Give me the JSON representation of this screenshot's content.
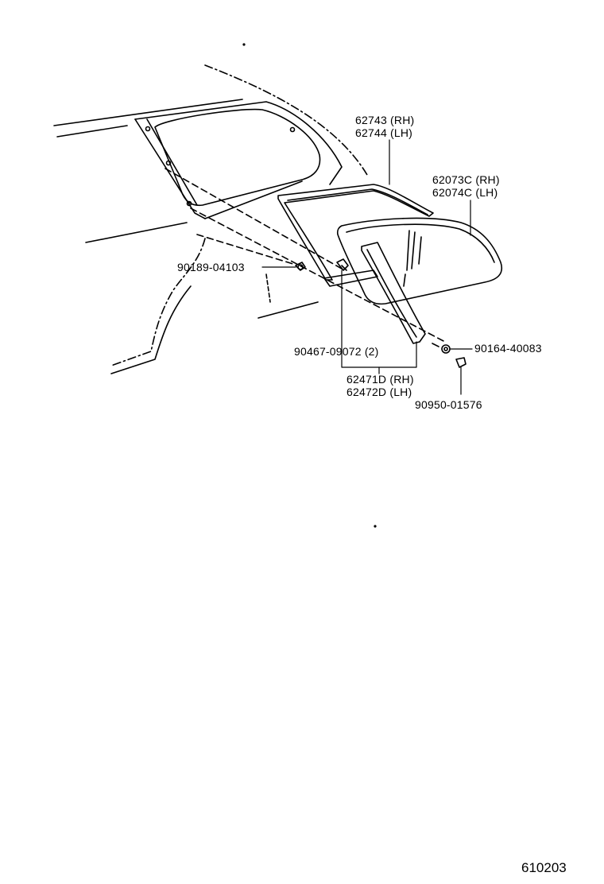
{
  "parts": {
    "molding_upper_rh": "62743 (RH)",
    "molding_upper_lh": "62744 (LH)",
    "glass_rh": "62073C (RH)",
    "glass_lh": "62074C (LH)",
    "screw_a": "90189-04103",
    "clip_b": "90467-09072 (2)",
    "screw_c": "90164-40083",
    "cover_rh": "62471D (RH)",
    "cover_lh": "62472D (LH)",
    "nut_d": "90950-01576"
  },
  "figure_number": "610203"
}
